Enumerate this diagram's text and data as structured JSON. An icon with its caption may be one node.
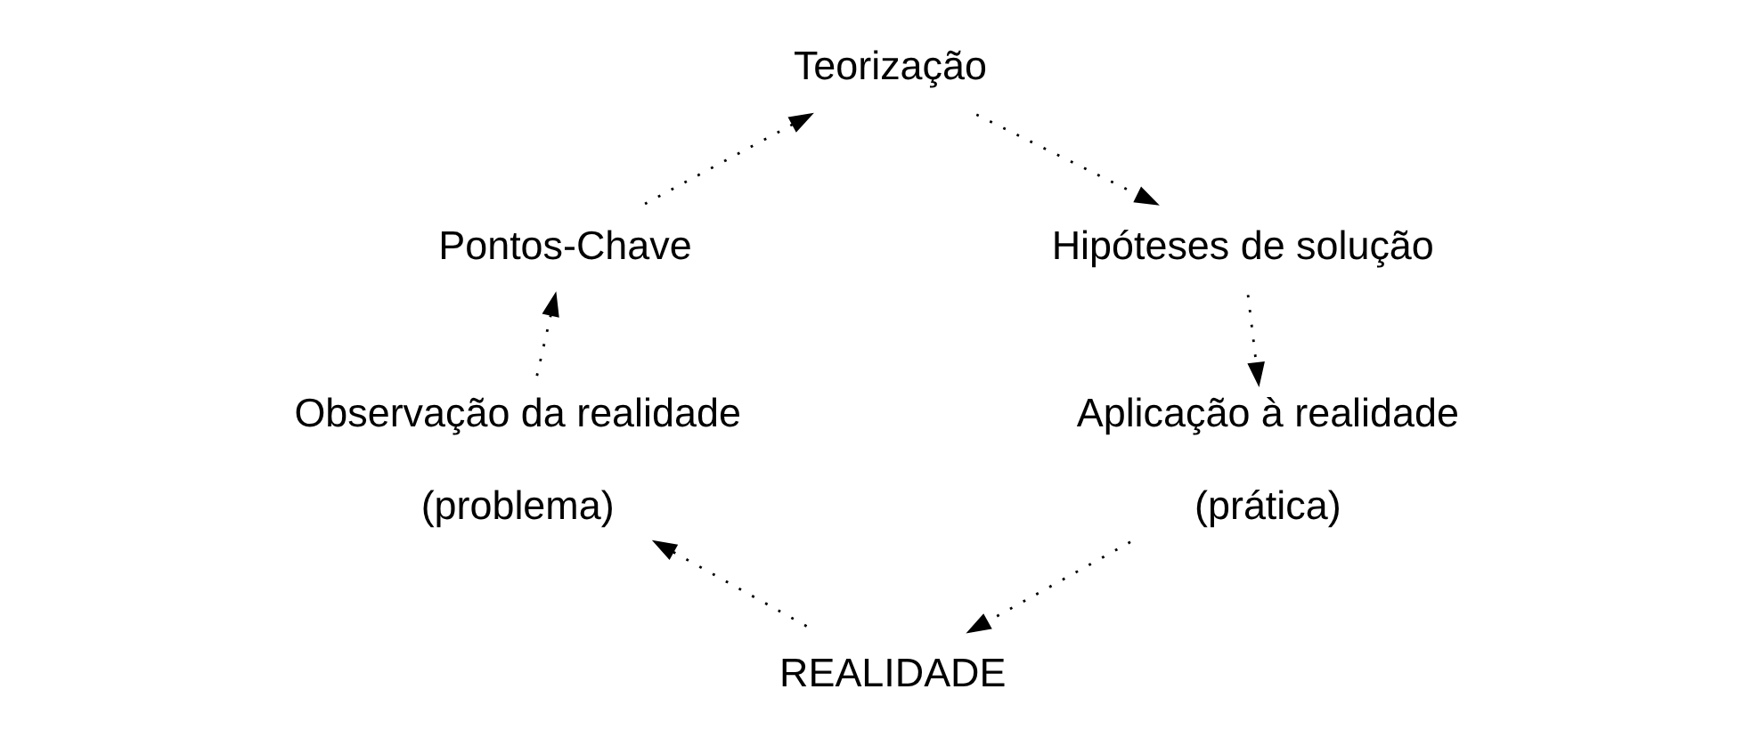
{
  "diagram": {
    "nodes": [
      {
        "text": [
          "Teorização"
        ]
      },
      {
        "text": [
          "Pontos-Chave"
        ]
      },
      {
        "text": [
          "Hipóteses de solução"
        ]
      },
      {
        "text": [
          "Observação da realidade",
          "(problema)"
        ]
      },
      {
        "text": [
          "Aplicação à realidade",
          "(prática)"
        ]
      },
      {
        "text": [
          "REALIDADE"
        ]
      }
    ],
    "edges": [
      {
        "from": 1,
        "to": 0,
        "arrow": "to",
        "style": "dashed"
      },
      {
        "from": 0,
        "to": 2,
        "arrow": "to",
        "style": "dashed"
      },
      {
        "from": 2,
        "to": 4,
        "arrow": "to",
        "style": "dashed"
      },
      {
        "from": 4,
        "to": 5,
        "arrow": "to",
        "style": "dashed"
      },
      {
        "from": 5,
        "to": 3,
        "arrow": "to",
        "style": "dashed"
      },
      {
        "from": 3,
        "to": 1,
        "arrow": "to",
        "style": "dashed"
      }
    ]
  }
}
